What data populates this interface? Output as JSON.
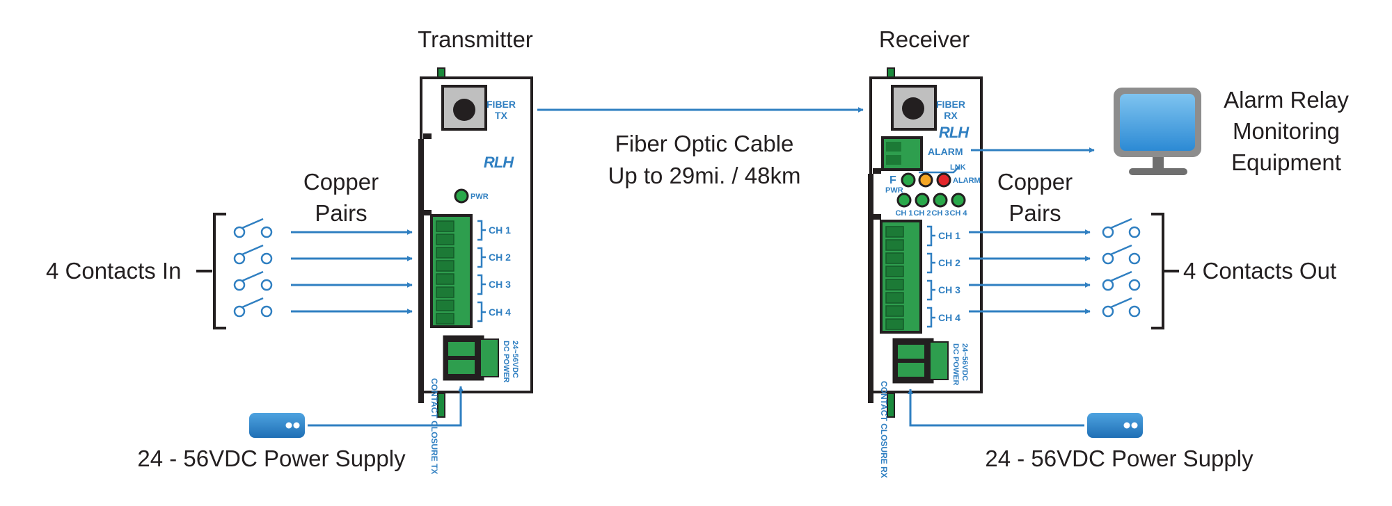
{
  "labels": {
    "transmitter": "Transmitter",
    "receiver": "Receiver",
    "fiber_line1": "Fiber Optic Cable",
    "fiber_line2": "Up to 29mi. / 48km",
    "copper_tx_line1": "Copper",
    "copper_tx_line2": "Pairs",
    "copper_rx_line1": "Copper",
    "copper_rx_line2": "Pairs",
    "contacts_in": "4 Contacts In",
    "contacts_out": "4 Contacts Out",
    "alarm_line1": "Alarm Relay",
    "alarm_line2": "Monitoring",
    "alarm_line3": "Equipment",
    "power_tx": "24 - 56VDC Power Supply",
    "power_rx": "24 - 56VDC Power Supply"
  },
  "transmitter_device": {
    "fiber_line1": "FIBER",
    "fiber_line2": "TX",
    "logo": "RLH",
    "pwr": "PWR",
    "channels": [
      "CH 1",
      "CH 2",
      "CH 3",
      "CH 4"
    ],
    "side_label": "CONTACT CLOSURE TX",
    "dc_line1": "DC POWER",
    "dc_line2": "24~56VDC"
  },
  "receiver_device": {
    "fiber_line1": "FIBER",
    "fiber_line2": "RX",
    "logo": "RLH",
    "alarm": "ALARM",
    "lnk": "LNK",
    "alarm_led": "ALARM",
    "pwr": "PWR",
    "led_channels": [
      "CH 1",
      "CH 2",
      "CH 3",
      "CH 4"
    ],
    "channels": [
      "CH 1",
      "CH 2",
      "CH 3",
      "CH 4"
    ],
    "side_label": "CONTACT CLOSURE RX",
    "dc_line1": "DC POWER",
    "dc_line2": "24~56VDC"
  },
  "colors": {
    "accent": "#2f7fc1",
    "terminal_green": "#2e9e4e",
    "led_green": "#2aa84a",
    "led_orange": "#f5a623",
    "led_red": "#e3262b",
    "frame": "#231f20"
  }
}
